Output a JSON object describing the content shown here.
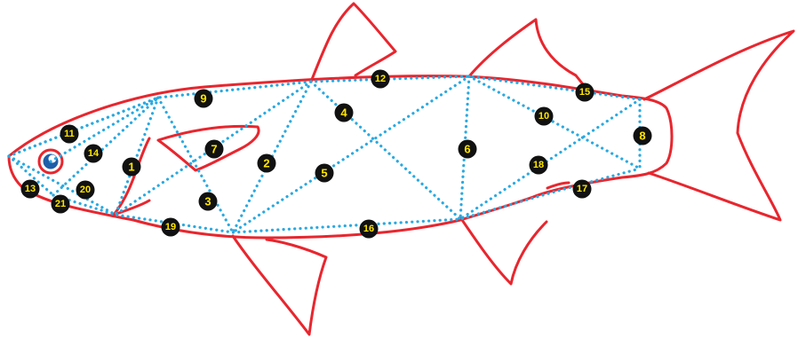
{
  "diagram": {
    "colors": {
      "outline": "#e8262e",
      "truss": "#29a9e1",
      "marker_fill": "#111111",
      "marker_text": "#ffe600",
      "eye_iris": "#1f5ea8"
    },
    "landmarks": [
      {
        "id": "1",
        "label": "1"
      },
      {
        "id": "2",
        "label": "2"
      },
      {
        "id": "3",
        "label": "3"
      },
      {
        "id": "4",
        "label": "4"
      },
      {
        "id": "5",
        "label": "5"
      },
      {
        "id": "6",
        "label": "6"
      },
      {
        "id": "7",
        "label": "7"
      },
      {
        "id": "8",
        "label": "8"
      },
      {
        "id": "9",
        "label": "9"
      },
      {
        "id": "10",
        "label": "10"
      },
      {
        "id": "11",
        "label": "11"
      },
      {
        "id": "12",
        "label": "12"
      },
      {
        "id": "13",
        "label": "13"
      },
      {
        "id": "14",
        "label": "14"
      },
      {
        "id": "15",
        "label": "15"
      },
      {
        "id": "16",
        "label": "16"
      },
      {
        "id": "17",
        "label": "17"
      },
      {
        "id": "18",
        "label": "18"
      },
      {
        "id": "19",
        "label": "19"
      },
      {
        "id": "20",
        "label": "20"
      },
      {
        "id": "21",
        "label": "21"
      }
    ]
  }
}
